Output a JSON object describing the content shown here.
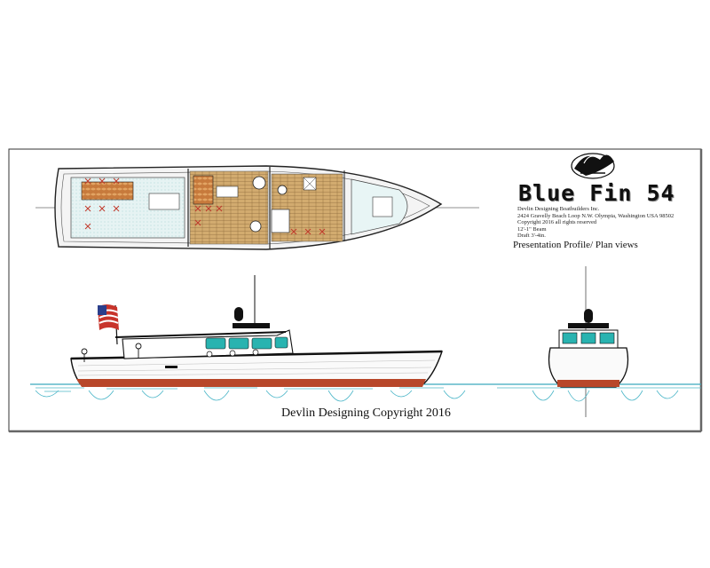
{
  "title": "Blue Fin 54",
  "company_lines": [
    "Devlin Designing Boatbuilders Inc.",
    "2424 Gravelly Beach Loop N.W. Olympia, Washington USA 98502",
    "Copyright 2016 all rights reserved",
    "12'-1\" Beam",
    "Draft 3'-4in."
  ],
  "views_label": "Presentation Profile/ Plan views",
  "copyright": "Devlin Designing Copyright 2016",
  "colors": {
    "deck_wood": "#c8a46a",
    "water": "#4bb6c8",
    "bottom_paint": "#b8472a",
    "outline": "#1a1a1a",
    "cabin_window": "#29b3b0"
  },
  "icons": [
    "duck-logo-icon",
    "american-flag-icon",
    "radar-dome-icon"
  ]
}
